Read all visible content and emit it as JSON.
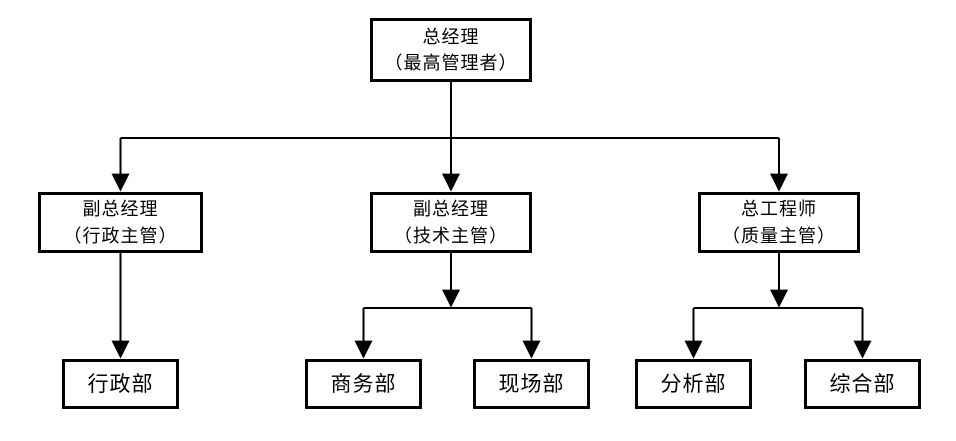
{
  "diagram": {
    "type": "org-chart",
    "background_color": "#ffffff",
    "line_color": "#000000",
    "box_border_color": "#000000",
    "text_color": "#000000",
    "nodes": {
      "general_manager": {
        "title": "总经理",
        "subtitle": "（最高管理者）"
      },
      "vp_admin": {
        "title": "副总经理",
        "subtitle": "（行政主管）"
      },
      "vp_tech": {
        "title": "副总经理",
        "subtitle": "（技术主管）"
      },
      "chief_engineer": {
        "title": "总工程师",
        "subtitle": "（质量主管）"
      },
      "admin_dept": {
        "title": "行政部"
      },
      "business_dept": {
        "title": "商务部"
      },
      "site_dept": {
        "title": "现场部"
      },
      "analysis_dept": {
        "title": "分析部"
      },
      "general_affairs_dept": {
        "title": "综合部"
      }
    },
    "edges": [
      {
        "from": "general_manager",
        "to": "vp_admin"
      },
      {
        "from": "general_manager",
        "to": "vp_tech"
      },
      {
        "from": "general_manager",
        "to": "chief_engineer"
      },
      {
        "from": "vp_admin",
        "to": "admin_dept"
      },
      {
        "from": "vp_tech",
        "to": "business_dept"
      },
      {
        "from": "vp_tech",
        "to": "site_dept"
      },
      {
        "from": "chief_engineer",
        "to": "analysis_dept"
      },
      {
        "from": "chief_engineer",
        "to": "general_affairs_dept"
      }
    ]
  }
}
